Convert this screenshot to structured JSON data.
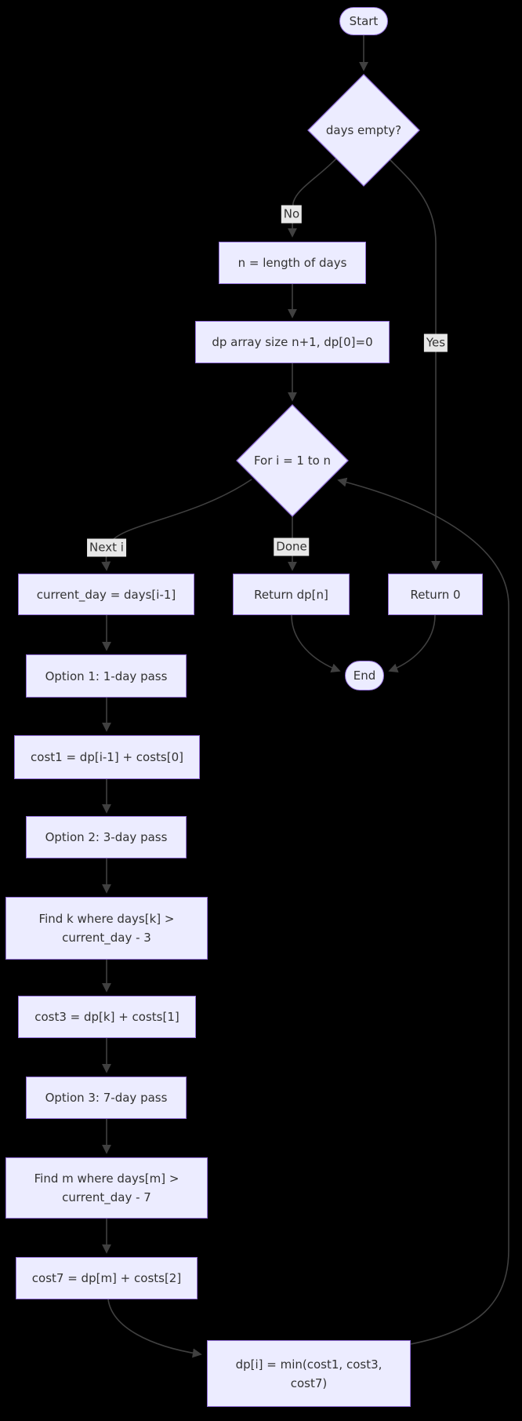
{
  "diagram": {
    "type": "flowchart",
    "background_color": "#000000",
    "colors": {
      "node_fill": "#ECECFF",
      "node_border": "#9370DB",
      "node_text": "#333333",
      "edge_line": "#404040",
      "edge_label_bg": "#e8e8e8",
      "edge_label_text": "#333333"
    },
    "nodes": {
      "start": "Start",
      "days_empty": "days empty?",
      "n_length": "n = length of days",
      "dp_init": "dp array size n+1, dp[0]=0",
      "for_loop": "For i = 1 to n",
      "current_day": "current_day = days[i-1]",
      "return_dpn": "Return dp[n]",
      "return_0": "Return 0",
      "end": "End",
      "option1": "Option 1: 1-day pass",
      "cost1": "cost1 = dp[i-1] + costs[0]",
      "option2": "Option 2: 3-day pass",
      "find_k": "Find k where days[k] > current_day - 3",
      "cost3": "cost3 = dp[k] + costs[1]",
      "option3": "Option 3: 7-day pass",
      "find_m": "Find m where days[m] > current_day - 7",
      "cost7": "cost7 = dp[m] + costs[2]",
      "dp_min": "dp[i] = min(cost1, cost3, cost7)"
    },
    "edge_labels": {
      "no": "No",
      "yes": "Yes",
      "next_i": "Next i",
      "done": "Done"
    }
  }
}
